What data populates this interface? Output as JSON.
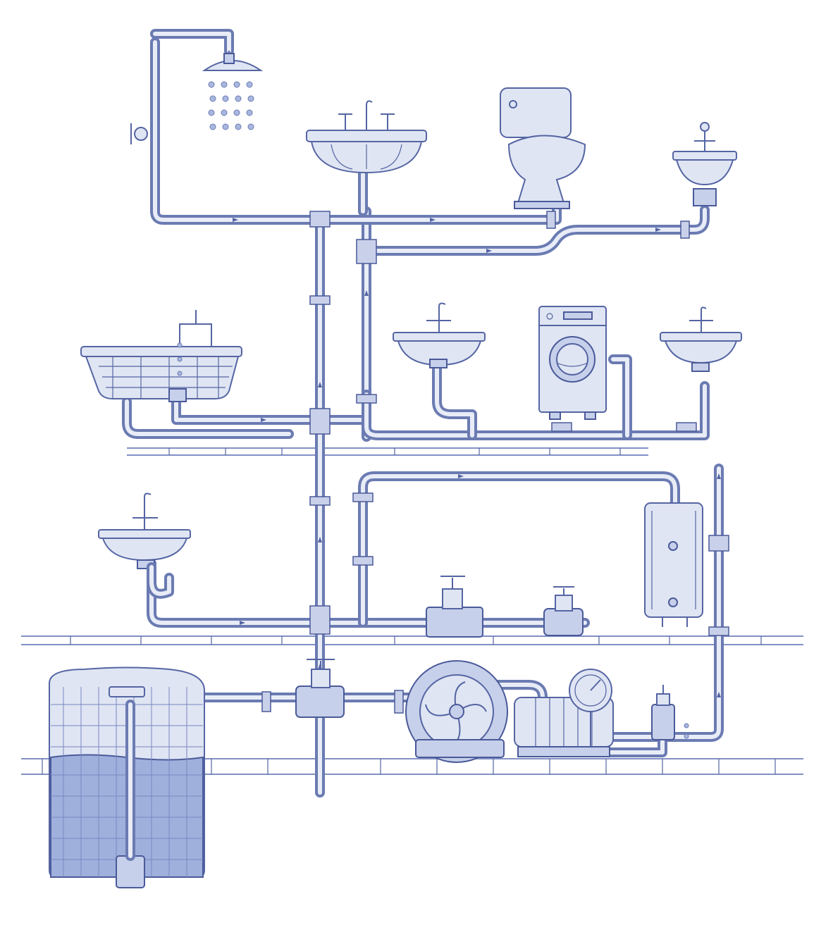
{
  "diagram": {
    "type": "household plumbing schematic",
    "colors": {
      "pipe": "#6b7bb2",
      "pipe_highlight": "#e8ecf7",
      "fixture_fill": "#dfe5f3",
      "outline": "#5565a3",
      "tank_water": "#9fb0dd"
    },
    "fixtures": [
      {
        "name": "shower-head",
        "icon": "shower-icon"
      },
      {
        "name": "washbasin-top",
        "icon": "sink-icon"
      },
      {
        "name": "toilet",
        "icon": "toilet-icon"
      },
      {
        "name": "small-basin-right",
        "icon": "basin-icon"
      },
      {
        "name": "bathtub",
        "icon": "bathtub-icon"
      },
      {
        "name": "sink-middle",
        "icon": "sink-icon"
      },
      {
        "name": "washing-machine",
        "icon": "washing-machine-icon"
      },
      {
        "name": "sink-right",
        "icon": "sink-icon"
      },
      {
        "name": "sink-left-lower",
        "icon": "sink-icon"
      },
      {
        "name": "water-heater",
        "icon": "boiler-icon"
      },
      {
        "name": "water-tank",
        "icon": "tank-icon"
      },
      {
        "name": "pump",
        "icon": "pump-icon"
      },
      {
        "name": "pressure-gauge",
        "icon": "gauge-icon"
      },
      {
        "name": "relief-valve",
        "icon": "valve-icon"
      }
    ]
  }
}
